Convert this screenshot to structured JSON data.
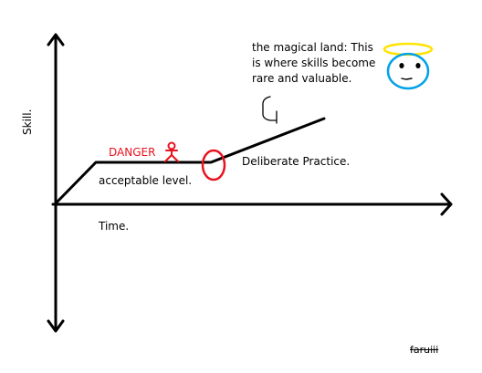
{
  "labels": {
    "y_axis": "Skill.",
    "x_axis": "Time.",
    "danger": "DANGER",
    "acceptable": "acceptable level.",
    "deliberate": "Deliberate Practice.",
    "magical_land": [
      "the magical land: This",
      "is where skills become",
      "rare and valuable."
    ],
    "signature": "faruiii"
  },
  "colors": {
    "line": "#000000",
    "danger": "#e8131f",
    "halo": "#ffe400",
    "face_outline": "#00a2e8",
    "background": "#ffffff"
  },
  "icons": {
    "danger_marker": "stick-figure-icon",
    "face": "angel-smiley-icon"
  }
}
